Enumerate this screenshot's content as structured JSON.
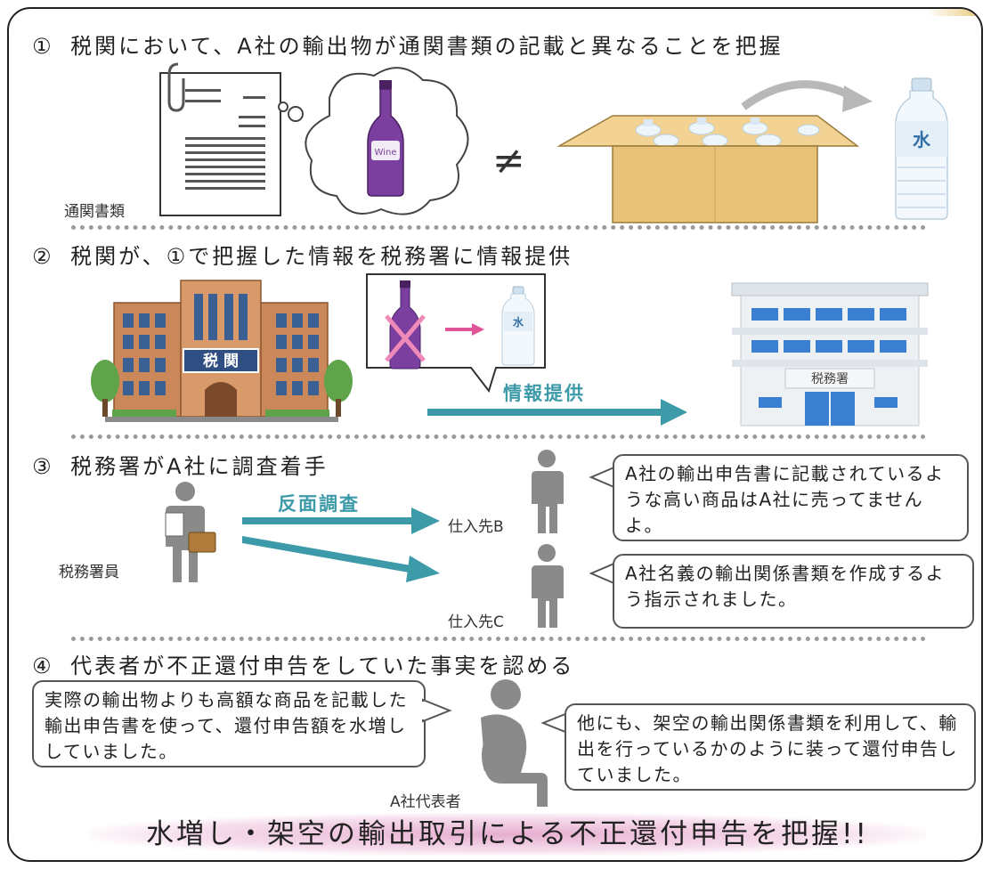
{
  "sections": [
    {
      "number": "①",
      "title": "税関において、A社の輸出物が通関書類の記載と異なることを把握"
    },
    {
      "number": "②",
      "title": "税関が、①で把握した情報を税務署に情報提供"
    },
    {
      "number": "③",
      "title": "税務署がA社に調査着手"
    },
    {
      "number": "④",
      "title": "代表者が不正還付申告をしていた事実を認める"
    }
  ],
  "s1": {
    "doc_label": "通関書類",
    "wine_label": "Wine",
    "not_equal": "≠",
    "water_label": "水"
  },
  "s2": {
    "customs_sign": "税 関",
    "tax_office_sign": "税務署",
    "water_label": "水",
    "arrow_label": "情報提供"
  },
  "s3": {
    "officer_label": "税務署員",
    "arrow_label": "反面調査",
    "supplier_b": "仕入先B",
    "supplier_c": "仕入先C",
    "bubble_b": "A社の輸出申告書に記載されているような高い商品はA社に売ってませんよ。",
    "bubble_c": "A社名義の輸出関係書類を作成するよう指示されました。"
  },
  "s4": {
    "rep_label": "A社代表者",
    "bubble_left": "実際の輸出物よりも高額な商品を記載した輸出申告書を使って、還付申告額を水増ししていました。",
    "bubble_right": "他にも、架空の輸出関係書類を利用して、輸出を行っているかのように装って還付申告していました。"
  },
  "conclusion": "水増し・架空の輸出取引による不正還付申告を把握!!",
  "colors": {
    "teal": "#3d9aa8",
    "wine": "#7b3fa0",
    "building_brown": "#c9875a",
    "box": "#e9c27a",
    "gray_person": "#8a8a8a"
  }
}
